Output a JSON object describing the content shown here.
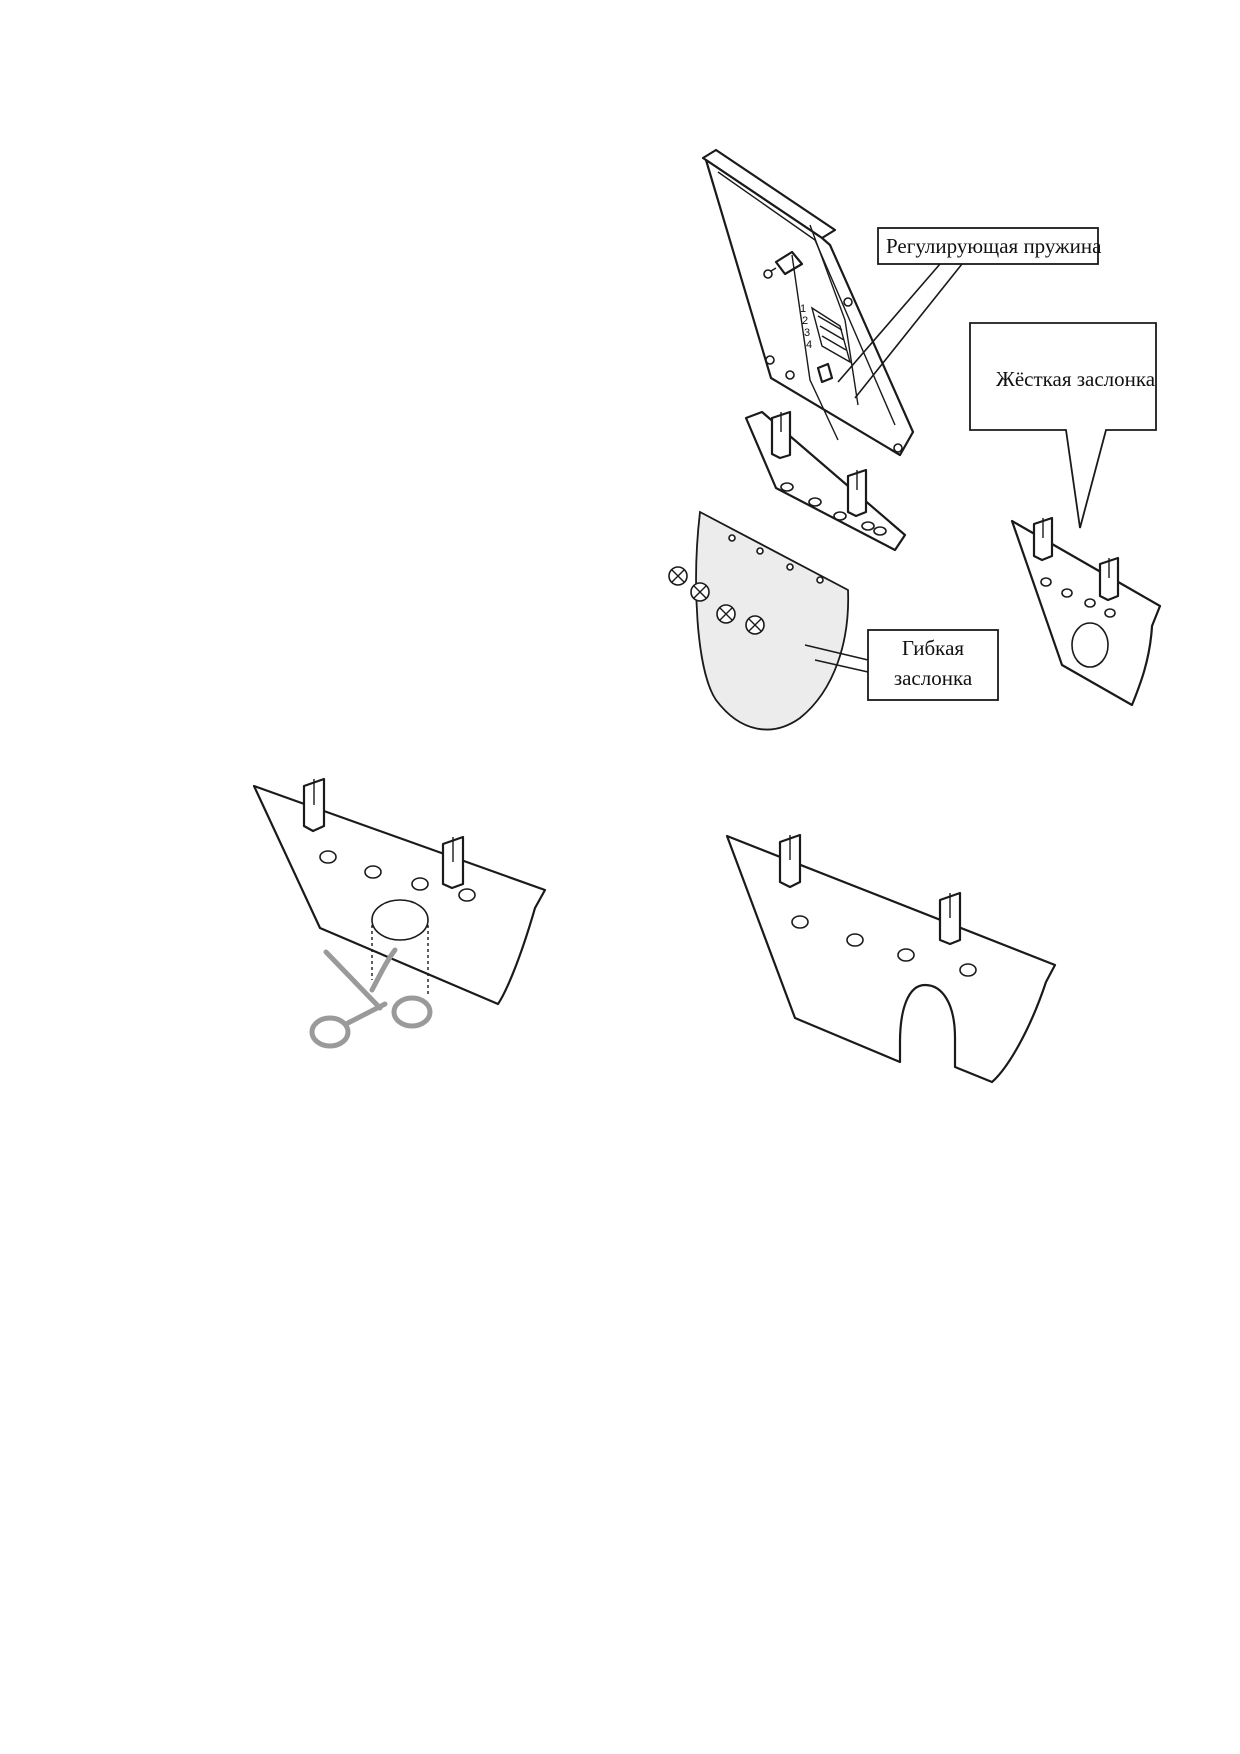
{
  "labels": {
    "spring": "Регулирующая пружина",
    "rigid_flap": "Жёсткая заслонка",
    "flex_flap_line1": "Гибкая",
    "flex_flap_line2": "заслонка"
  },
  "scale_marks": [
    "1",
    "2",
    "3",
    "4"
  ],
  "colors": {
    "line": "#1a1a1a",
    "flex_flap_fill": "#ececec",
    "scissors": "#9a9a9a"
  }
}
